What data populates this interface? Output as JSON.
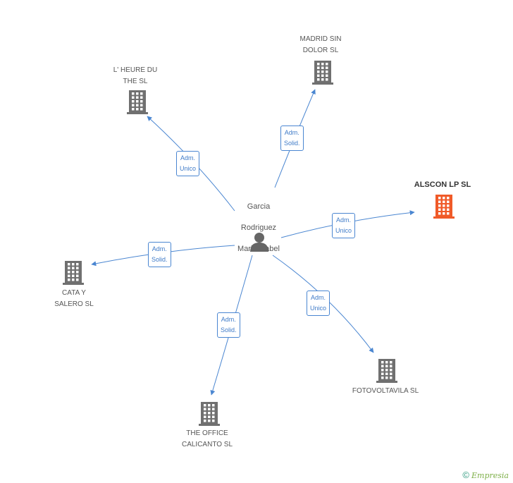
{
  "center": {
    "name_lines": [
      "Garcia",
      "Rodriguez",
      "Maria Isabel"
    ],
    "icon": "person-icon"
  },
  "companies": [
    {
      "key": "lheure",
      "name": "L' HEURE DU\nTHE  SL",
      "role_lines": [
        "Adm.",
        "Unico"
      ],
      "highlight": false,
      "icon": "building-icon"
    },
    {
      "key": "madrid",
      "name": "MADRID SIN\nDOLOR SL",
      "role_lines": [
        "Adm.",
        "Solid."
      ],
      "highlight": false,
      "icon": "building-icon"
    },
    {
      "key": "alscon",
      "name": "ALSCON LP SL",
      "role_lines": [
        "Adm.",
        "Unico"
      ],
      "highlight": true,
      "icon": "building-icon"
    },
    {
      "key": "cata",
      "name": "CATA Y\nSALERO  SL",
      "role_lines": [
        "Adm.",
        "Solid."
      ],
      "highlight": false,
      "icon": "building-icon"
    },
    {
      "key": "office",
      "name": "THE OFFICE\nCALICANTO  SL",
      "role_lines": [
        "Adm.",
        "Solid."
      ],
      "highlight": false,
      "icon": "building-icon"
    },
    {
      "key": "fotov",
      "name": "FOTOVOLTAVILA SL",
      "role_lines": [
        "Adm.",
        "Unico"
      ],
      "highlight": false,
      "icon": "building-icon"
    }
  ],
  "colors": {
    "edge": "#4a86d1",
    "building": "#707070",
    "highlight": "#f05a28",
    "person": "#666666"
  },
  "footer": {
    "copyright": "©",
    "brand": "Empresia"
  }
}
